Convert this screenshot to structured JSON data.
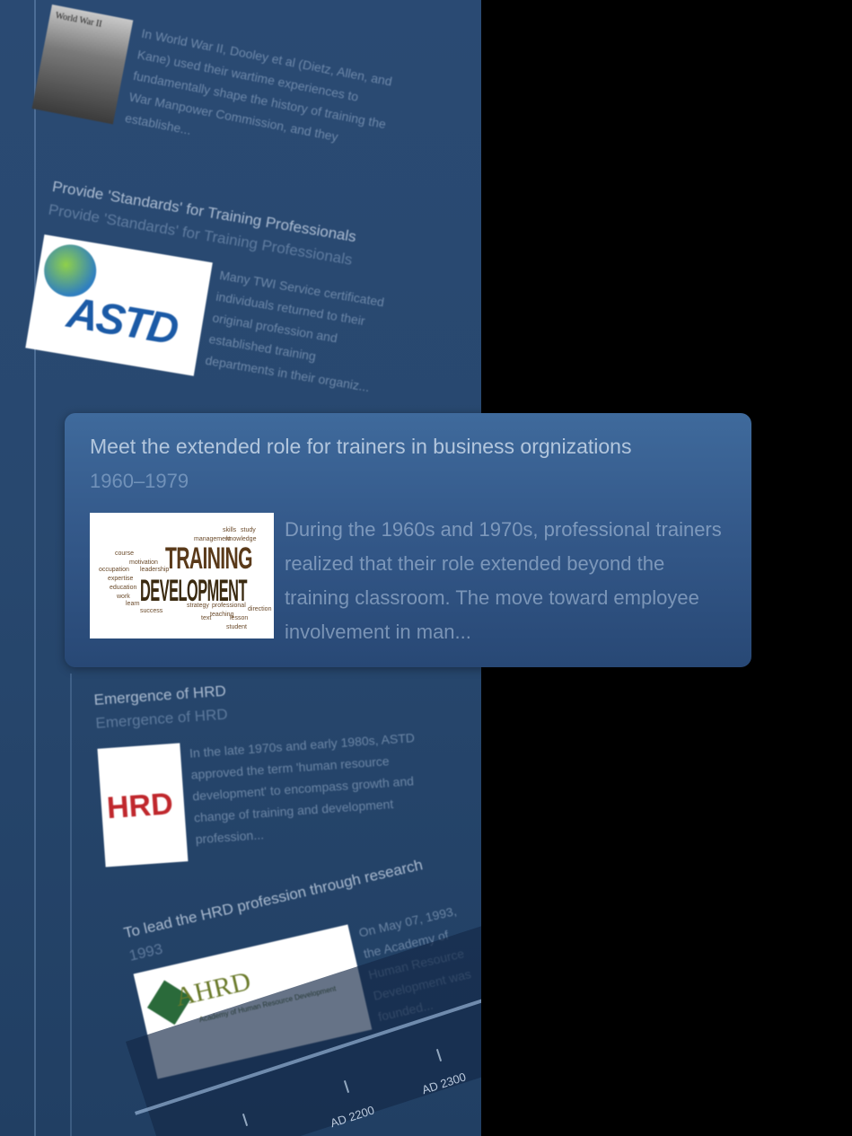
{
  "timeline": {
    "entries": [
      {
        "thumb_label": "World War II",
        "title": "",
        "subtitle": "",
        "text": "In World War II, Dooley et al (Dietz, Allen, and Kane) used their wartime experiences to fundamentally shape the history of training the War Manpower Commission, and they establishe..."
      },
      {
        "thumb_label": "ASTD",
        "title": "Provide 'Standards' for Training Professionals",
        "subtitle": "Provide 'Standards' for Training Professionals",
        "text": "Many TWI Service certificated individuals returned to their original profession and established training departments in their organiz..."
      },
      {
        "thumb_label": "HRD",
        "title": "Emergence of HRD",
        "subtitle": "Emergence of HRD",
        "text": "In the late 1970s and early 1980s, ASTD approved the term 'human resource development' to encompass growth and change of training and development profession..."
      },
      {
        "thumb_label": "AHRD",
        "thumb_sub": "Academy of Human Resource Development",
        "title": "To lead the HRD profession through research",
        "subtitle": "1993",
        "text": "On May 07, 1993, the Academy of Human Resource Development was founded..."
      }
    ],
    "axis_labels": [
      "AD 2200",
      "AD 2300"
    ]
  },
  "focused_card": {
    "title": "Meet the extended role for trainers in business orgnizations",
    "date": "1960–1979",
    "image_words": [
      "TRAINING",
      "DEVELOPMENT"
    ],
    "image_small_words": [
      "skills",
      "study",
      "management",
      "knowledge",
      "course",
      "motivation",
      "leadership",
      "occupation",
      "expertise",
      "education",
      "work",
      "learn",
      "success",
      "strategy",
      "professional",
      "teaching",
      "lesson",
      "text",
      "student",
      "direction"
    ],
    "text": "During the 1960s and 1970s, professional trainers realized that their role extended beyond the training classroom. The move toward employee involvement in man..."
  }
}
